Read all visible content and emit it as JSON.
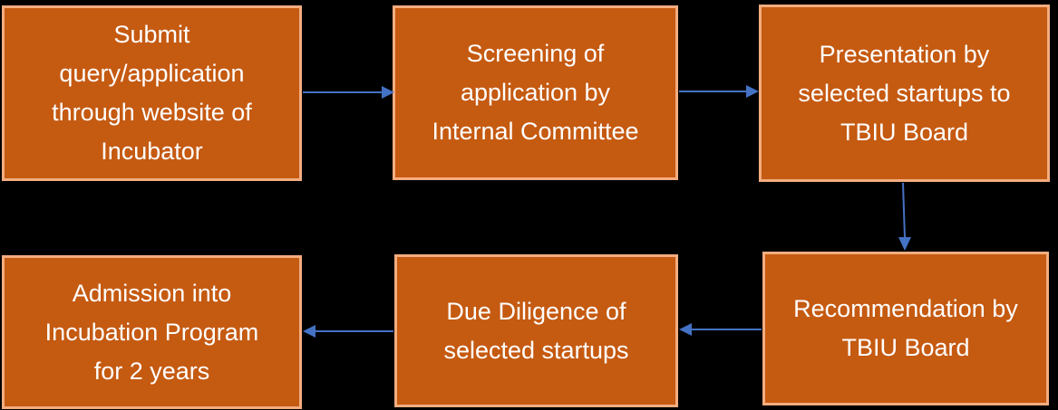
{
  "diagram": {
    "type": "flowchart",
    "colors": {
      "background": "#000000",
      "box_fill": "#C55A11",
      "box_border": "#F3AD80",
      "text": "#FFFFFF",
      "arrow": "#4472C4"
    },
    "nodes": [
      {
        "id": "submit",
        "label": "Submit\nquery/application\nthrough website of\nIncubator"
      },
      {
        "id": "screening",
        "label": "Screening of\napplication by\nInternal Committee"
      },
      {
        "id": "presentation",
        "label": "Presentation by\nselected startups to\nTBIU Board"
      },
      {
        "id": "recommendation",
        "label": "Recommendation by\nTBIU Board"
      },
      {
        "id": "due-diligence",
        "label": "Due Diligence of\nselected startups"
      },
      {
        "id": "admission",
        "label": "Admission into\nIncubation Program\nfor 2 years"
      }
    ],
    "edges": [
      {
        "from": "submit",
        "to": "screening",
        "direction": "right"
      },
      {
        "from": "screening",
        "to": "presentation",
        "direction": "right"
      },
      {
        "from": "presentation",
        "to": "recommendation",
        "direction": "down"
      },
      {
        "from": "recommendation",
        "to": "due-diligence",
        "direction": "left"
      },
      {
        "from": "due-diligence",
        "to": "admission",
        "direction": "left"
      }
    ]
  }
}
